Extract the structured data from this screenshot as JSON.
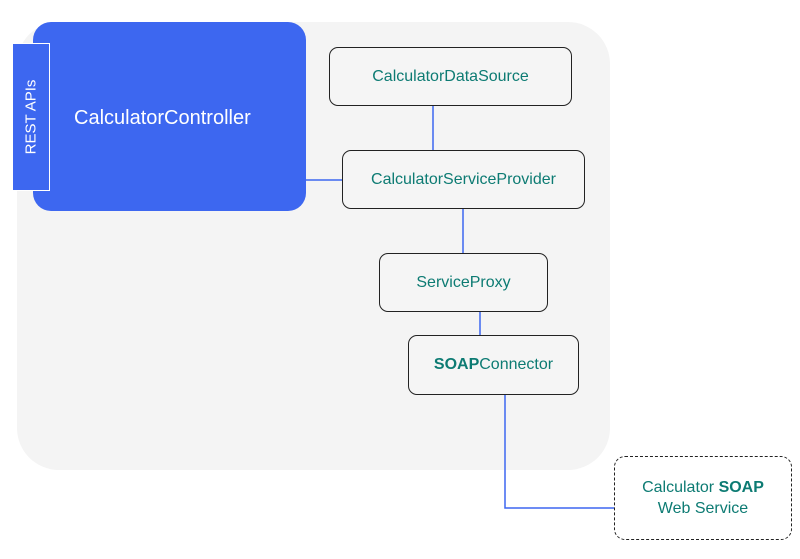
{
  "container": {
    "controller": {
      "label": "CalculatorController"
    },
    "api_tab": {
      "label": "REST APIs"
    }
  },
  "nodes": {
    "data_source": {
      "label": "CalculatorDataSource"
    },
    "service_provider": {
      "label": "CalculatorServiceProvider"
    },
    "service_proxy": {
      "label": "ServiceProxy"
    },
    "soap_connector": {
      "bold": "SOAP",
      "rest": "Connector"
    }
  },
  "external_service": {
    "line1_prefix": "Calculator ",
    "line1_bold": "SOAP",
    "line2": "Web Service"
  },
  "colors": {
    "container_bg": "#f4f4f4",
    "controller_bg": "#3d67f0",
    "node_text": "#0d7b73",
    "connector_line": "#3d67f0"
  }
}
